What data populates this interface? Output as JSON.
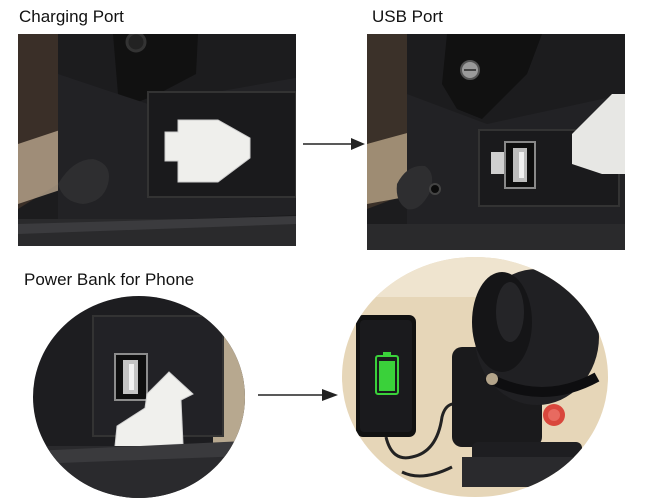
{
  "labels": {
    "charging_port": "Charging Port",
    "usb_port": "USB Port",
    "power_bank": "Power Bank for Phone"
  },
  "colors": {
    "background": "#ffffff",
    "arrow": "#222222",
    "phone_battery": "#3ad13a",
    "button_red": "#d9473c"
  },
  "icons": [
    "arrow-right-icon",
    "arrow-right-icon"
  ]
}
